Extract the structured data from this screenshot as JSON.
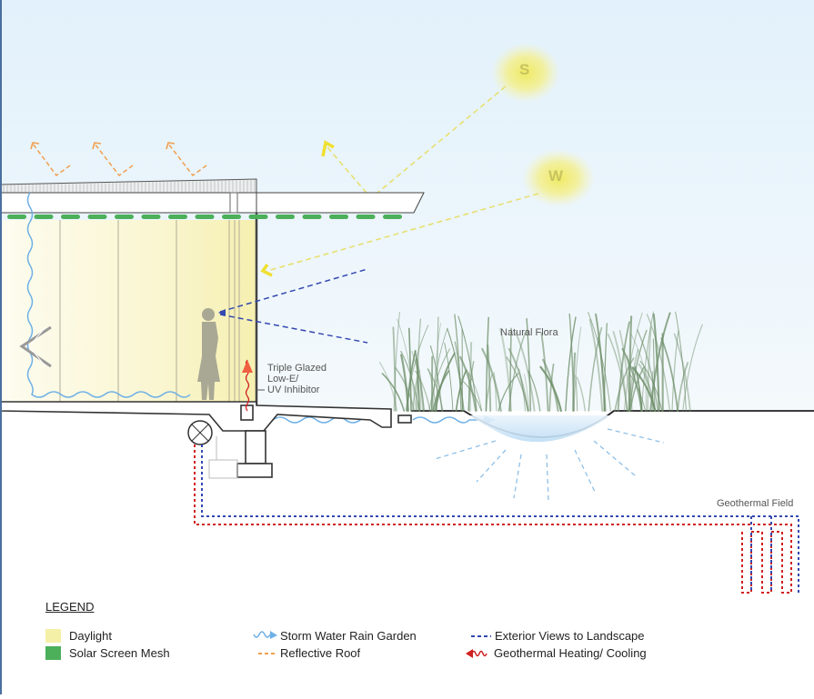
{
  "diagram": {
    "title": "Building section: daylight, solar screen, rain garden and geothermal",
    "sun_markers": [
      {
        "id": "summer",
        "letter": "S"
      },
      {
        "id": "winter",
        "letter": "W"
      }
    ],
    "labels": {
      "glazing_line1": "Triple Glazed",
      "glazing_line2": "Low-E/",
      "glazing_line3": "UV Inhibitor",
      "flora": "Natural Flora",
      "geothermal_field": "Geothermal Field"
    },
    "colors": {
      "sky_top": "#e2f1fb",
      "sky_bottom": "#f2f8fc",
      "daylight": "#f5f0b0",
      "solar_mesh": "#4caf5a",
      "storm_water": "#6fb0e6",
      "reflective_roof": "#f0a050",
      "exterior_views": "#3348b0",
      "geothermal_heat": "#d02020",
      "sun_glow": "#f4ef7a",
      "sun_ray": "#e8e070",
      "vegetation": "#6f8f6a",
      "figure": "#a8a894"
    }
  },
  "legend": {
    "title": "LEGEND",
    "items": [
      {
        "key": "daylight",
        "label": "Daylight",
        "type": "swatch",
        "color": "#f5f0a8"
      },
      {
        "key": "solar_mesh",
        "label": "Solar Screen Mesh",
        "type": "swatch",
        "color": "#4caf5a"
      },
      {
        "key": "storm_water",
        "label": "Storm Water Rain Garden",
        "type": "wavy-arrow",
        "color": "#6fb0e6"
      },
      {
        "key": "reflective_roof",
        "label": "Reflective Roof",
        "type": "dashed",
        "color": "#f0a050"
      },
      {
        "key": "exterior_views",
        "label": "Exterior Views to Landscape",
        "type": "dashed",
        "color": "#3348b0"
      },
      {
        "key": "geothermal",
        "label": "Geothermal Heating/ Cooling",
        "type": "wavy-arrow-left",
        "color": "#d02020"
      }
    ]
  }
}
